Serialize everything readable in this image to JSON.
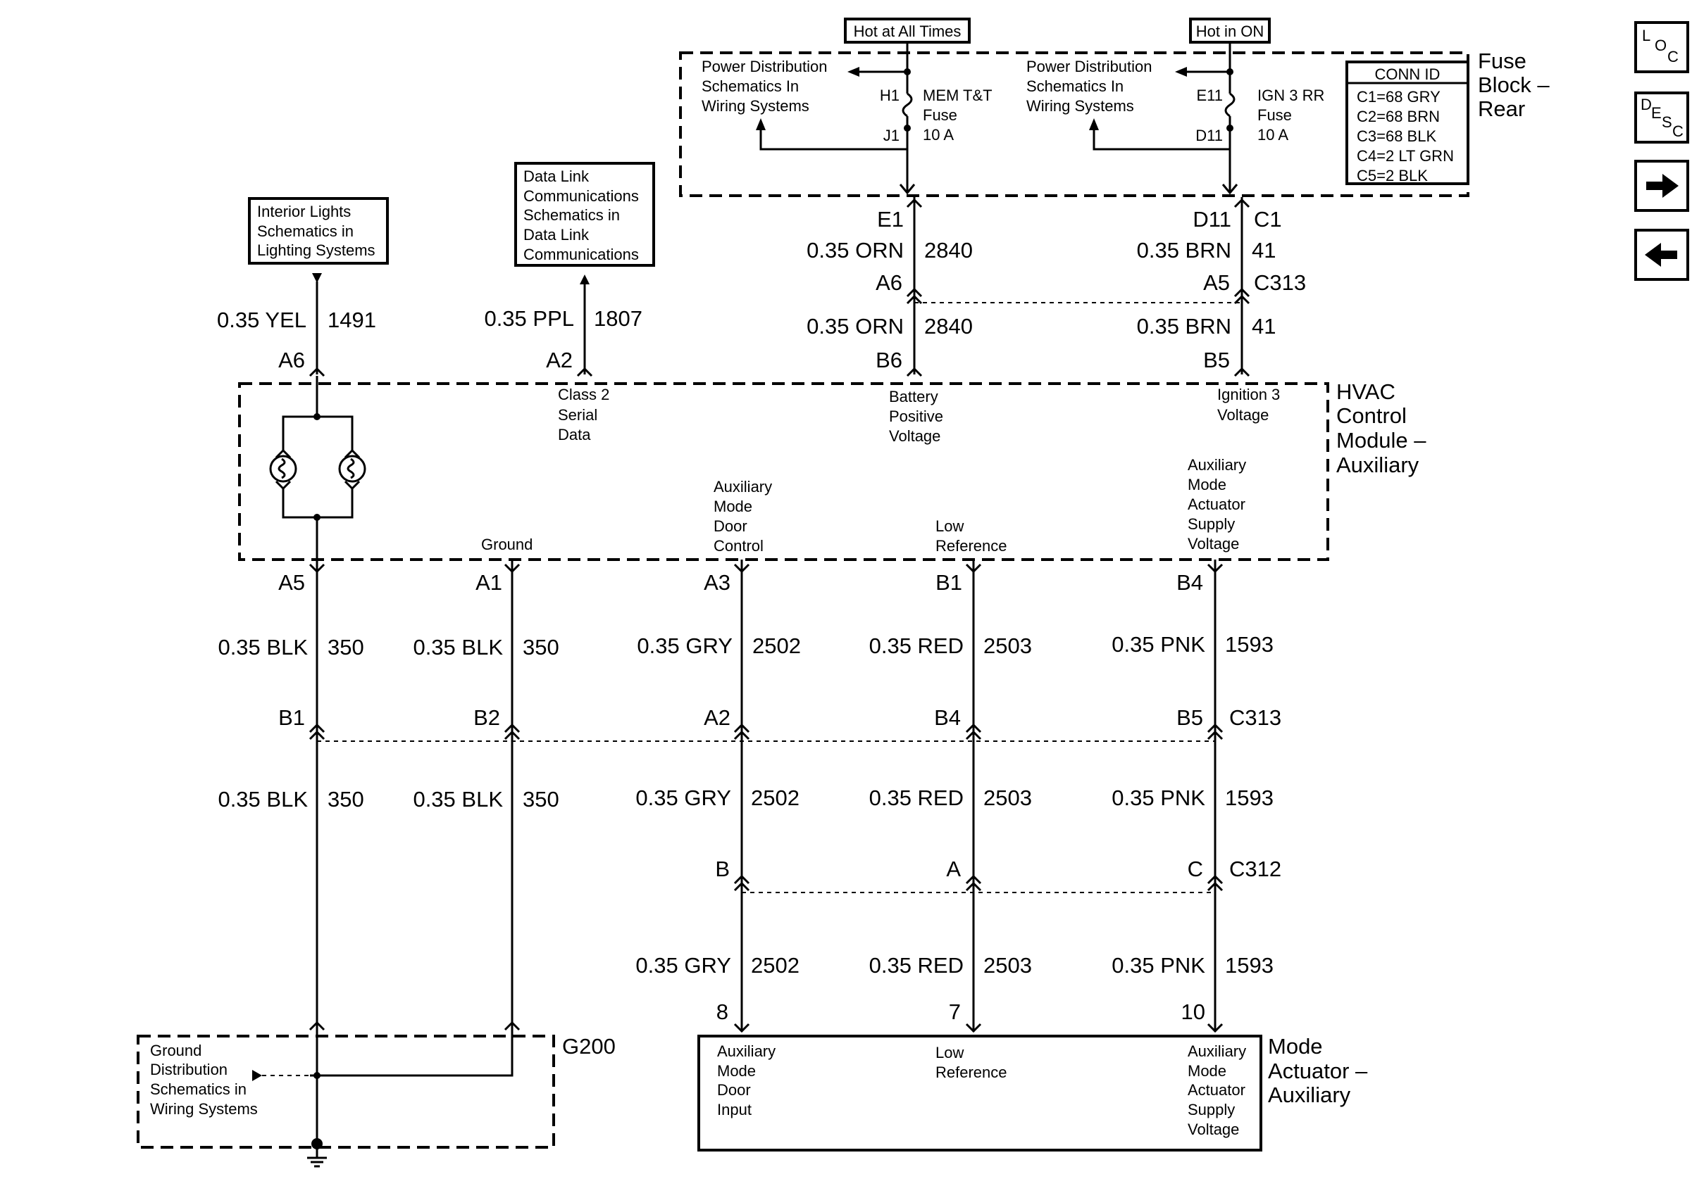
{
  "top_sources": {
    "hot_all_times": "Hot at All Times",
    "hot_in_on": "Hot in ON"
  },
  "fuse_block": {
    "title_lines": [
      "Fuse",
      "Block –",
      "Rear"
    ],
    "pds_left_lines": [
      "Power Distribution",
      "Schematics In",
      "Wiring Systems"
    ],
    "pds_right_lines": [
      "Power Distribution",
      "Schematics In",
      "Wiring Systems"
    ],
    "fuse_left": {
      "in_pin": "H1",
      "out_pin": "J1",
      "lines": [
        "MEM T&T",
        "Fuse",
        "10 A"
      ]
    },
    "fuse_right": {
      "in_pin": "E11",
      "out_pin": "D11",
      "lines": [
        "IGN 3 RR",
        "Fuse",
        "10 A"
      ]
    },
    "conn_id": {
      "title": "CONN ID",
      "rows": [
        "C1=68 GRY",
        "C2=68 BRN",
        "C3=68 BLK",
        "C4=2 LT GRN",
        "C5=2 BLK"
      ]
    }
  },
  "side_buttons": {
    "loc": [
      "L",
      "O",
      "C"
    ],
    "desc": [
      "D",
      "E",
      "S",
      "C"
    ]
  },
  "refs": {
    "interior_lines": [
      "Interior Lights",
      "Schematics in",
      "Lighting Systems"
    ],
    "datalink_lines": [
      "Data Link",
      "Communications",
      "Schematics in",
      "Data Link",
      "Communications"
    ],
    "ground_lines": [
      "Ground",
      "Distribution",
      "Schematics in",
      "Wiring Systems"
    ]
  },
  "upper_wires": [
    {
      "color": "0.35 YEL",
      "circuit": "1491",
      "bottom_pin": "A6"
    },
    {
      "color": "0.35 PPL",
      "circuit": "1807",
      "bottom_pin": "A2"
    },
    {
      "top_pin": "E1",
      "color": "0.35 ORN",
      "circuit": "2840",
      "mid_pin": "A6",
      "color2": "0.35 ORN",
      "circuit2": "2840",
      "bottom_pin": "B6"
    },
    {
      "top_pin": "D11",
      "top_conn": "C1",
      "color": "0.35 BRN",
      "circuit": "41",
      "mid_pin": "A5",
      "mid_conn": "C313",
      "color2": "0.35 BRN",
      "circuit2": "41",
      "bottom_pin": "B5"
    }
  ],
  "hvac": {
    "title_lines": [
      "HVAC",
      "Control",
      "Module –",
      "Auxiliary"
    ],
    "class2_lines": [
      "Class 2",
      "Serial",
      "Data"
    ],
    "battery_lines": [
      "Battery",
      "Positive",
      "Voltage"
    ],
    "ign3_lines": [
      "Ignition 3",
      "Voltage"
    ],
    "ground": "Ground",
    "aux_door_lines": [
      "Auxiliary",
      "Mode",
      "Door",
      "Control"
    ],
    "low_ref_lines": [
      "Low",
      "Reference"
    ],
    "aux_supply_lines": [
      "Auxiliary",
      "Mode",
      "Actuator",
      "Supply",
      "Voltage"
    ]
  },
  "lower_wires": [
    {
      "top_pin": "A5",
      "color1": "0.35 BLK",
      "circuit1": "350",
      "c313_pin": "B1",
      "color2": "0.35 BLK",
      "circuit2": "350"
    },
    {
      "top_pin": "A1",
      "color1": "0.35 BLK",
      "circuit1": "350",
      "c313_pin": "B2",
      "color2": "0.35 BLK",
      "circuit2": "350"
    },
    {
      "top_pin": "A3",
      "color1": "0.35 GRY",
      "circuit1": "2502",
      "c313_pin": "A2",
      "color2": "0.35 GRY",
      "circuit2": "2502",
      "c312_pin": "B",
      "color3": "0.35 GRY",
      "circuit3": "2502",
      "act_pin": "8"
    },
    {
      "top_pin": "B1",
      "color1": "0.35 RED",
      "circuit1": "2503",
      "c313_pin": "B4",
      "color2": "0.35 RED",
      "circuit2": "2503",
      "c312_pin": "A",
      "color3": "0.35 RED",
      "circuit3": "2503",
      "act_pin": "7"
    },
    {
      "top_pin": "B4",
      "color1": "0.35 PNK",
      "circuit1": "1593",
      "c313_pin": "B5",
      "color2": "0.35 PNK",
      "circuit2": "1593",
      "c312_pin": "C",
      "color3": "0.35 PNK",
      "circuit3": "1593",
      "act_pin": "10"
    }
  ],
  "connectors": {
    "c313": "C313",
    "c312": "C312",
    "g200": "G200"
  },
  "actuator": {
    "title_lines": [
      "Mode",
      "Actuator –",
      "Auxiliary"
    ],
    "door_input_lines": [
      "Auxiliary",
      "Mode",
      "Door",
      "Input"
    ],
    "low_ref_lines": [
      "Low",
      "Reference"
    ],
    "supply_lines": [
      "Auxiliary",
      "Mode",
      "Actuator",
      "Supply",
      "Voltage"
    ]
  }
}
